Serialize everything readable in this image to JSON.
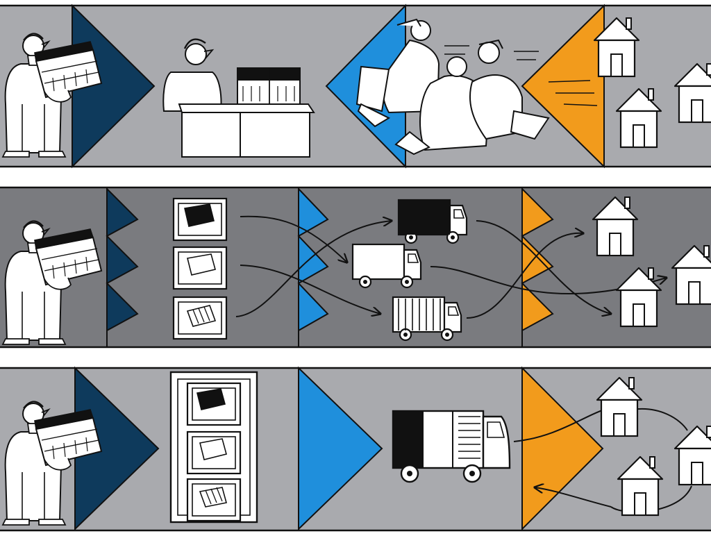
{
  "colors": {
    "band_light": "#a9aaae",
    "band_dark": "#7a7b7f",
    "navy": "#0e3a5c",
    "blue": "#1f8fdc",
    "orange": "#f29b1c",
    "ink": "#111111",
    "paper": "#ffffff"
  },
  "rows": [
    {
      "id": "row-1-single-channel",
      "stages": [
        "producer",
        "retailer",
        "customers-rushing",
        "homes"
      ],
      "icons": [
        "person-carrying-box-icon",
        "shopkeeper-counter-icon",
        "running-people-icon",
        "house-icon"
      ]
    },
    {
      "id": "row-2-multi-channel",
      "stages": [
        "producer",
        "catalog-items",
        "delivery-trucks",
        "homes"
      ],
      "icons": [
        "person-carrying-box-icon",
        "catalog-card-icon",
        "delivery-truck-icon",
        "house-icon"
      ]
    },
    {
      "id": "row-3-integrated-channel",
      "stages": [
        "producer",
        "catalog",
        "single-truck",
        "homes"
      ],
      "icons": [
        "person-carrying-box-icon",
        "catalog-panel-icon",
        "delivery-truck-icon",
        "house-icon"
      ]
    }
  ]
}
